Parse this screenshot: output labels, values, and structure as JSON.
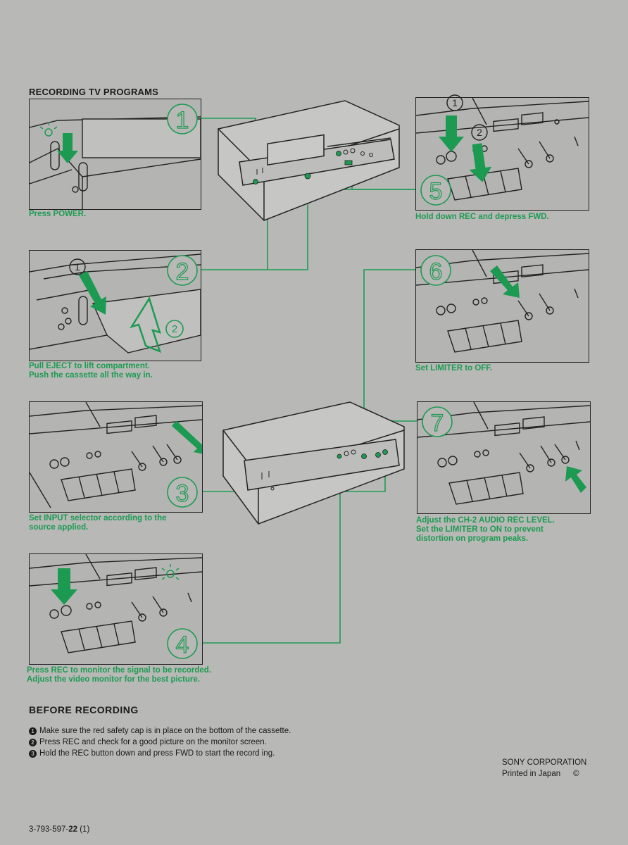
{
  "header": {
    "title": "RECORDING TV PROGRAMS"
  },
  "steps": [
    {
      "number": "1",
      "caption_lines": [
        "Press POWER."
      ]
    },
    {
      "number": "2",
      "caption_lines": [
        "Pull EJECT to lift compartment.",
        "Push the cassette all the way in."
      ]
    },
    {
      "number": "3",
      "caption_lines": [
        "Set INPUT selector according to the",
        "source applied."
      ]
    },
    {
      "number": "4",
      "caption_lines": [
        "Press REC to monitor the signal to be recorded.",
        "Adjust the video monitor for the best picture."
      ]
    },
    {
      "number": "5",
      "caption_lines": [
        "Hold down REC and depress FWD."
      ]
    },
    {
      "number": "6",
      "caption_lines": [
        "Set LIMITER to OFF."
      ]
    },
    {
      "number": "7",
      "caption_lines": [
        "Adjust the CH-2 AUDIO REC LEVEL.",
        "Set the LIMITER to ON to prevent",
        "distortion on program peaks."
      ]
    }
  ],
  "sub_labels": {
    "one": "1",
    "two": "2"
  },
  "before": {
    "title": "BEFORE RECORDING",
    "items": [
      {
        "marker": "1",
        "text": "Make sure the red safety cap is in place on the bottom of the cassette."
      },
      {
        "marker": "2",
        "text": "Press REC and check for a good picture on the monitor screen."
      },
      {
        "marker": "3",
        "text": "Hold the REC button down and press FWD to start the record ing."
      }
    ]
  },
  "footer": {
    "company": "SONY CORPORATION",
    "printed": "Printed in Japan",
    "copyright_symbol": "©",
    "code_prefix": "3-793-597-",
    "code_bold": "22",
    "code_suffix": " (1)"
  },
  "colors": {
    "accent": "#1d9a52",
    "line": "#1d9a52",
    "ink": "#222222",
    "paper": "#b8b9b6"
  },
  "icons": [
    "arrow-down-icon",
    "arrow-up-icon",
    "arrow-diagonal-icon",
    "power-lamp-icon"
  ]
}
